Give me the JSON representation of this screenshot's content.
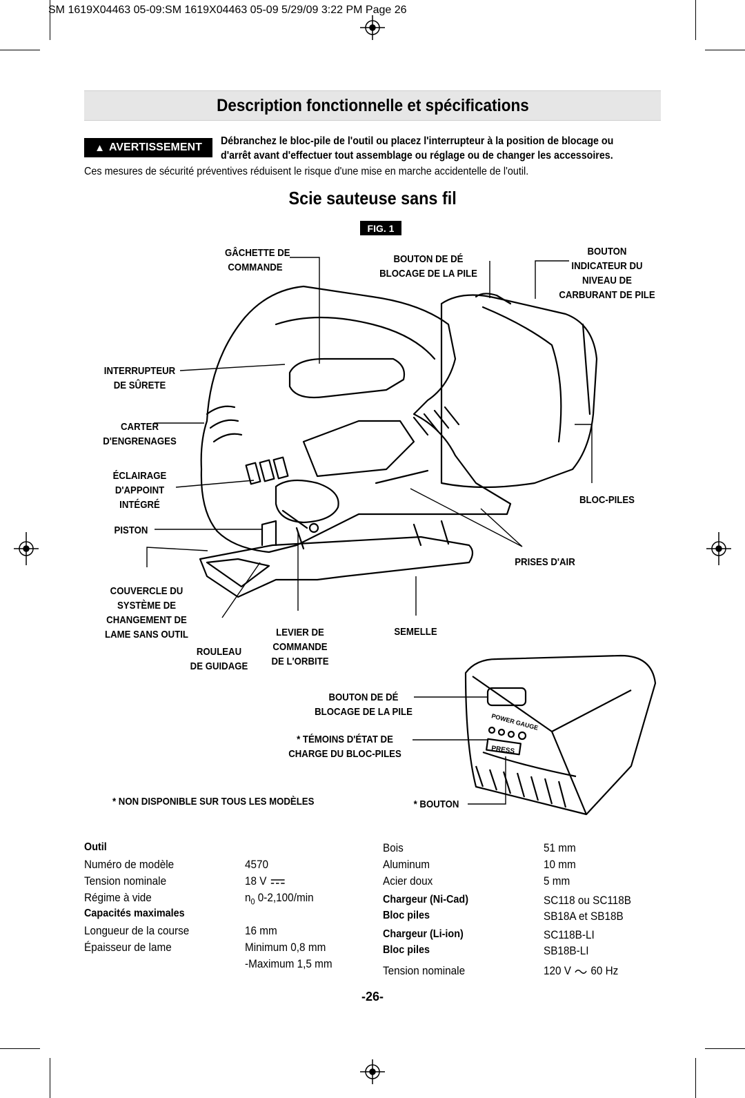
{
  "print_header": "SM 1619X04463 05-09:SM 1619X04463 05-09  5/29/09  3:22 PM  Page 26",
  "title": "Description fonctionnelle et spécifications",
  "warning": {
    "badge": "AVERTISSEMENT",
    "line1": "Débranchez le bloc-pile de l'outil ou placez l'interrupteur à la position de blocage ou",
    "line2": "d'arrêt avant d'effectuer tout assemblage ou réglage ou de changer les accessoires.",
    "safety": "Ces mesures de sécurité préventives réduisent le risque d'une mise en marche accidentelle de l'outil."
  },
  "subtitle": "Scie sauteuse sans fil",
  "figure": {
    "label": "FIG. 1",
    "callouts": {
      "trigger": [
        "GÂCHETTE DE",
        "COMMANDE"
      ],
      "battery_release": [
        "BOUTON DE DÉ",
        "BLOCAGE DE LA PILE"
      ],
      "fuel_gauge": [
        "BOUTON",
        "INDICATEUR DU",
        "NIVEAU DE",
        "CARBURANT DE PILE"
      ],
      "safety_switch": [
        "INTERRUPTEUR",
        "DE SÛRETE"
      ],
      "gear_housing": [
        "CARTER",
        "D'ENGRENAGES"
      ],
      "light": [
        "ÉCLAIRAGE",
        "D'APPOINT",
        "INTÉGRÉ"
      ],
      "plunger": "PISTON",
      "battery_pack": "BLOC-PILES",
      "air_vents": "PRISES D'AIR",
      "blade_clamp_cover": [
        "COUVERCLE DU",
        "SYSTÈME DE",
        "CHANGEMENT DE",
        "LAME SANS OUTIL"
      ],
      "guide_roller": [
        "ROULEAU",
        "DE GUIDAGE"
      ],
      "orbit_lever": [
        "LEVIER DE",
        "COMMANDE",
        "DE L'ORBITE"
      ],
      "foot": "SEMELLE",
      "battery_release_2": [
        "BOUTON DE DÉ",
        "BLOCAGE DE LA PILE"
      ],
      "status_lights": [
        "* TÉMOINS D'ÉTAT DE",
        "CHARGE DU BLOC-PILES"
      ],
      "button": "* BOUTON",
      "not_available": "* NON DISPONIBLE SUR TOUS LES MODÈLES"
    },
    "battery_markings": {
      "brand": "POWER GAUGE",
      "press": "PRESS"
    }
  },
  "specs": {
    "left_heading": "Outil",
    "left_rows": [
      {
        "label": "Numéro de modèle",
        "value": "4570"
      },
      {
        "label": "Tension nominale",
        "value": "18 V"
      },
      {
        "label": "Régime à vide",
        "value_sub": "n",
        "value_idx": "0",
        "value": "0-2,100/min"
      }
    ],
    "capacities_heading": "Capacités maximales",
    "capacity_rows": [
      {
        "label": "Longueur de la course",
        "value": "16 mm"
      },
      {
        "label": "Épaisseur de lame",
        "value": "Minimum 0,8 mm",
        "value2": "-Maximum 1,5 mm"
      }
    ],
    "right_rows": [
      {
        "label": "Bois",
        "value": "51 mm"
      },
      {
        "label": "Aluminum",
        "value": "10 mm"
      },
      {
        "label": "Acier doux",
        "value": "5 mm"
      }
    ],
    "charger_nicad": {
      "label": "Chargeur  (Ni-Cad)",
      "value": "SC118 ou SC118B"
    },
    "pack_nicad": {
      "label": "Bloc piles",
      "value": "SB18A et SB18B"
    },
    "charger_liion": {
      "label": "Chargeur  (Li-ion)",
      "value": "SC118B-LI"
    },
    "pack_liion": {
      "label": "Bloc piles",
      "value": "SB18B-LI"
    },
    "rated_voltage": {
      "label": "Tension nominale",
      "value_pre": "120 V",
      "value_post": "60 Hz"
    }
  },
  "page_number": "-26-"
}
